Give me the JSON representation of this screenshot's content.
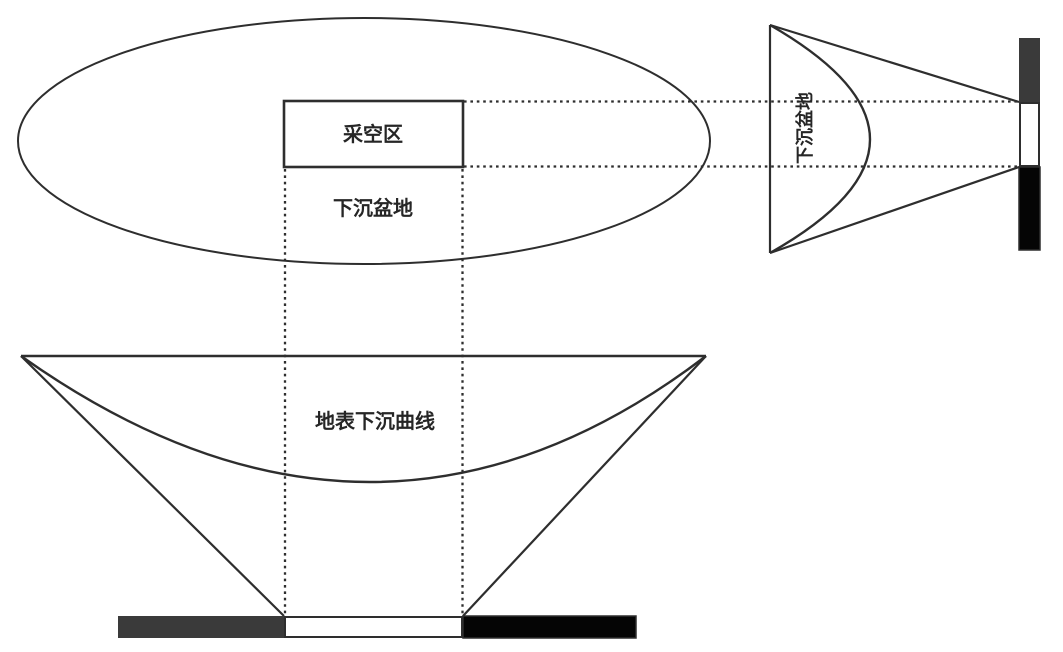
{
  "labels": {
    "goaf": "采空区",
    "basin_plan": "下沉盆地",
    "basin_side": "下沉盆地",
    "surface_curve": "地表下沉曲线"
  },
  "colors": {
    "line": "#2e2e2e",
    "text": "#262626",
    "seam_dark_gray": "#3a3a3a",
    "seam_black": "#050505",
    "seam_white": "#ffffff",
    "background": "#ffffff"
  }
}
